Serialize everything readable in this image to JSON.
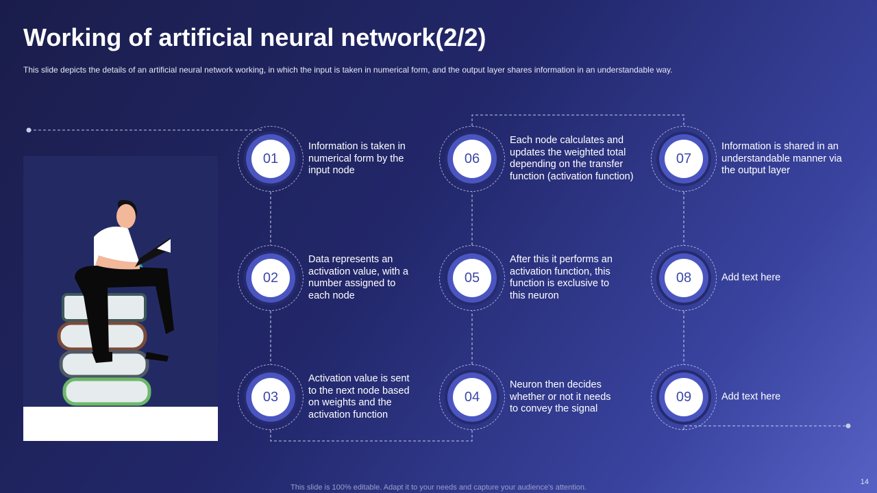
{
  "title": "Working of artificial neural network(2/2)",
  "subtitle": "This slide depicts the details of an artificial neural network working, in which the input is taken in numerical form, and the output layer shares information in an understandable way.",
  "steps": [
    {
      "num": "01",
      "text": "Information is taken in numerical form by the input node"
    },
    {
      "num": "02",
      "text": "Data represents an activation value, with a number assigned to each node"
    },
    {
      "num": "03",
      "text": "Activation value is sent to the next node based on weights and the activation function"
    },
    {
      "num": "04",
      "text": "Neuron then decides whether or not it needs to convey the signal"
    },
    {
      "num": "05",
      "text": "After this it performs an activation function, this function is exclusive to this neuron"
    },
    {
      "num": "06",
      "text": "Each node calculates and updates the weighted total depending on the transfer function (activation function)"
    },
    {
      "num": "07",
      "text": "Information is shared in an understandable manner via the output layer"
    },
    {
      "num": "08",
      "text": "Add text here"
    },
    {
      "num": "09",
      "text": "Add text here"
    }
  ],
  "footer": "This slide is 100% editable. Adapt it to your needs and capture your audience's attention.",
  "page_number": "14"
}
